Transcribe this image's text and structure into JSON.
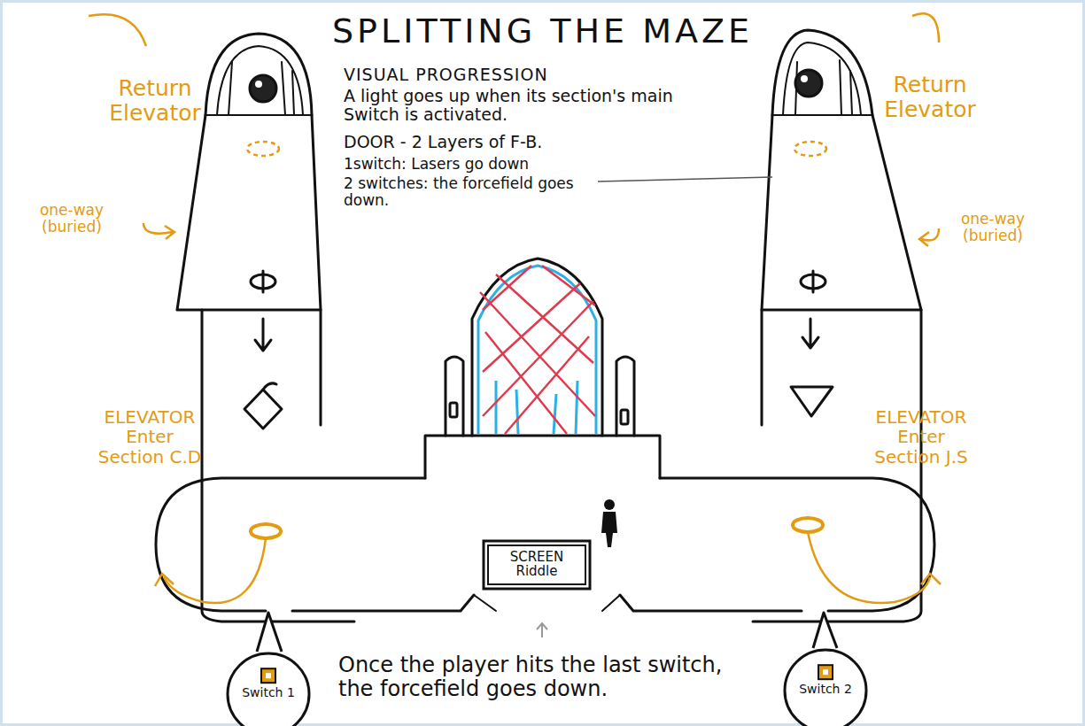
{
  "diagram": {
    "title": "SPLITTING THE MAZE",
    "nodes": [
      {
        "text": [
          "SCREEN Riddle"
        ]
      },
      {
        "text": [
          "Switch 1"
        ]
      },
      {
        "text": [
          "Switch 2"
        ]
      }
    ],
    "labels": [
      "VISUAL PROGRESSION",
      "A light goes up when its section's main Switch is activated.",
      "DOOR - 2 Layers of F-B.",
      "1switch: Lasers go down",
      "2 switches: the forcefield goes down.",
      "Return Elevator",
      "one-way (buried)",
      "Return Elevator",
      "one-way (buried)",
      "ELEVATOR Enter Section C.D",
      "ELEVATOR Enter Section J.S",
      "Once the player hits the last switch, the forcefield goes down."
    ]
  }
}
